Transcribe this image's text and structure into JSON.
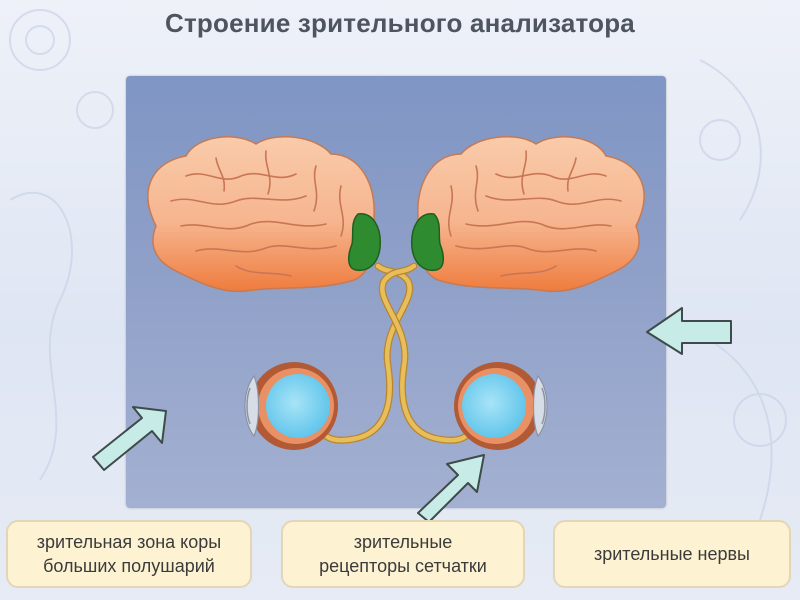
{
  "title": "Строение зрительного анализатора",
  "labels": {
    "visual_cortex": "зрительная зона коры\nбольших полушарий",
    "retina_receptors": "зрительные\nрецепторы сетчатки",
    "optic_nerves": "зрительные нервы"
  },
  "colors": {
    "brain": "#f6b58f",
    "brain_lower": "#f08a52",
    "visual_zone": "#2e8a2e",
    "nerve": "#e0b04a",
    "eyeball": "#7fd0ef",
    "arrow_fill": "#c7ebe6",
    "label_bg": "#fdf2d2"
  }
}
